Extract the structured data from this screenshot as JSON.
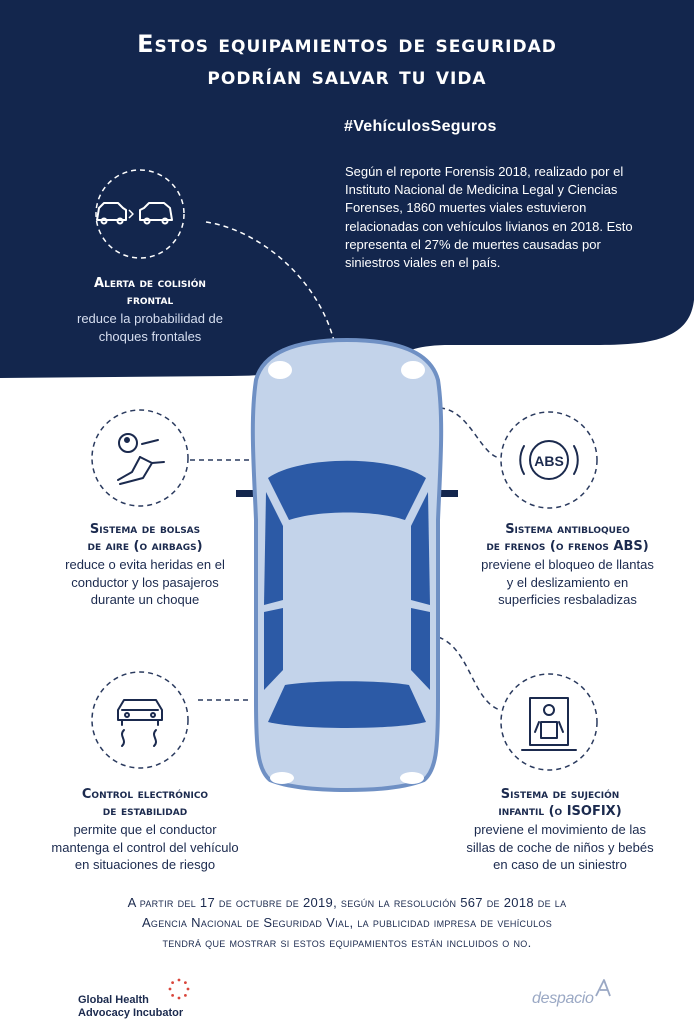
{
  "colors": {
    "navy": "#13264d",
    "car_body": "#c3d3ea",
    "car_outline": "#6f90c4",
    "car_glass": "#2c5aa6",
    "text_dark": "#1b2a4e"
  },
  "title": {
    "line1": "Estos equipamientos de seguridad",
    "line2": "podrían salvar tu vida"
  },
  "hashtag": "#VehículosSeguros",
  "report_text": "Según el reporte Forensis 2018, realizado por el Instituto Nacional de Medicina Legal y Ciencias Forenses, 1860 muertes viales estuvieron relacionadas con vehículos livianos en 2018. Esto representa el 27% de muertes causadas por siniestros viales en el país.",
  "features": {
    "colision": {
      "icon": "two-cars-icon",
      "title_line1": "Alerta de colisión",
      "title_line2": "frontal",
      "desc_line1": "reduce la probabilidad de",
      "desc_line2": "choques frontales"
    },
    "airbags": {
      "icon": "airbag-icon",
      "title_line1": "Sistema de bolsas",
      "title_line2": "de aire (o airbags)",
      "desc_line1": "reduce o evita heridas en el",
      "desc_line2": "conductor y los pasajeros",
      "desc_line3": "durante un choque"
    },
    "abs": {
      "icon": "abs-icon",
      "icon_text": "ABS",
      "title_line1": "Sistema antibloqueo",
      "title_line2": "de frenos (o frenos ABS)",
      "desc_line1": "previene el bloqueo de llantas",
      "desc_line2": "y el deslizamiento en",
      "desc_line3": "superficies resbaladizas"
    },
    "control": {
      "icon": "skidding-car-icon",
      "title_line1": "Control electrónico",
      "title_line2": "de estabilidad",
      "desc_line1": "permite que el conductor",
      "desc_line2": "mantenga el control del vehículo",
      "desc_line3": "en situaciones de riesgo"
    },
    "isofix": {
      "icon": "child-seat-icon",
      "title_line1": "Sistema de sujeción",
      "title_line2": "infantil (o ISOFIX)",
      "desc_line1": "previene el movimiento de las",
      "desc_line2": "sillas de coche de niños y bebés",
      "desc_line3": "en caso de un siniestro"
    }
  },
  "legal": {
    "line1": "A partir del 17 de octubre de 2019, según la resolución 567 de 2018 de la",
    "line2": "Agencia Nacional de Seguridad Vial, la publicidad impresa de vehículos",
    "line3": "tendrá que mostrar si estos equipamientos están incluidos o no."
  },
  "footer": {
    "ghai_line1": "Global Health",
    "ghai_line2": "Advocacy Incubator",
    "despacio": "despacio"
  }
}
